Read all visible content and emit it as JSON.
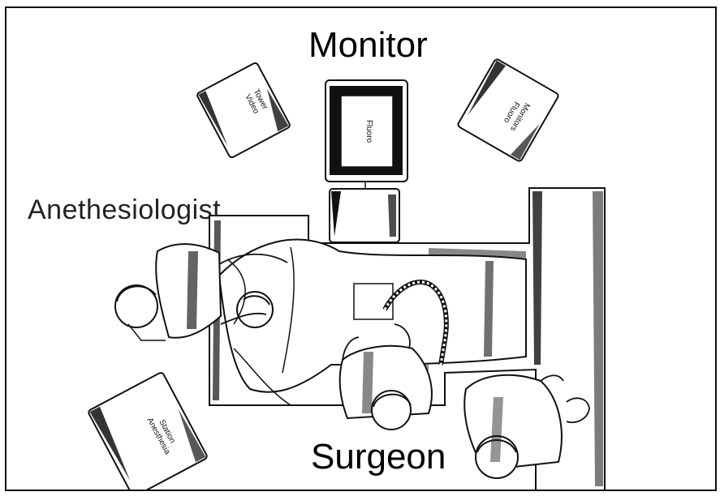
{
  "diagram": {
    "labels": {
      "monitor": "Monitor",
      "anesthesiologist": "Anethesiologist",
      "surgeon": "Surgeon"
    },
    "equipment": {
      "video_tower": [
        "Video",
        "Tower"
      ],
      "fluoro_center": "Fluoro",
      "fluoro_monitors": [
        "Fluoro",
        "Monitors"
      ],
      "anesthesia_station": [
        "Anesthesia",
        "Station"
      ]
    },
    "colors": {
      "ink": "#111111",
      "background": "#ffffff"
    }
  }
}
